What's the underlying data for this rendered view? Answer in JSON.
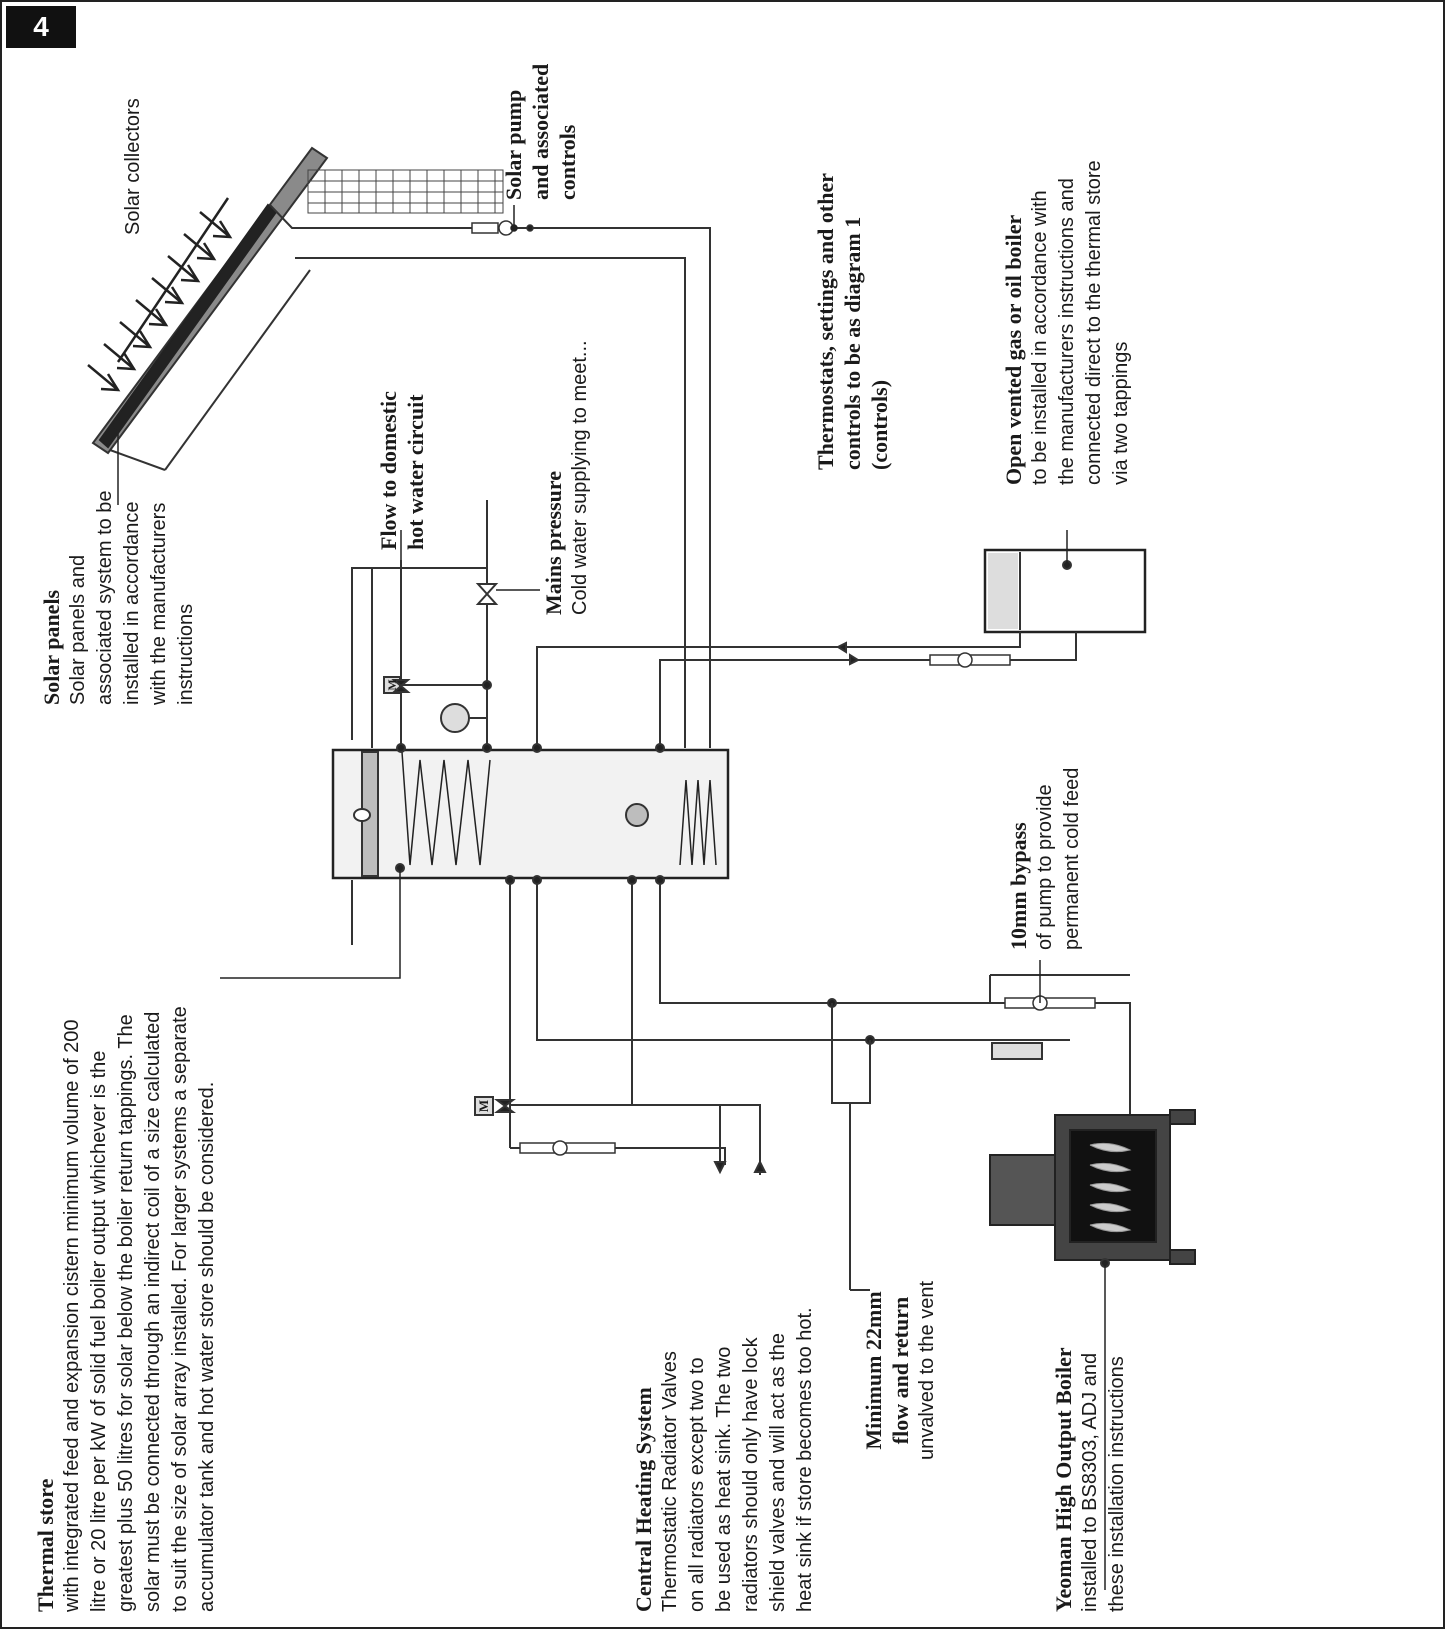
{
  "figure_number": "4",
  "labels": {
    "solar_collectors": "Solar collectors",
    "solar_pump": {
      "title": "Solar pump",
      "lines": [
        "and associated",
        "controls"
      ]
    },
    "thermostats": {
      "lines": [
        "Thermostats, settings and other",
        "controls to be as diagram 1",
        "(controls)"
      ]
    },
    "open_vented": {
      "title": "Open vented gas or oil boiler",
      "lines": [
        "to be installed in accordance with",
        "the manufacturers instructions and",
        "connected direct to the thermal store",
        "via two tappings"
      ]
    },
    "flow_domestic": {
      "title": "Flow to domestic",
      "lines": [
        "hot water circuit"
      ]
    },
    "mains_pressure": {
      "title": "Mains pressure",
      "lines": [
        "Cold water supplying to meet..."
      ]
    },
    "solar_panels": {
      "title": "Solar panels",
      "lines": [
        "Solar panels and",
        "associated system to be",
        "installed in accordance",
        "with the manufacturers",
        "instructions"
      ]
    },
    "bypass": {
      "title": "10mm bypass",
      "lines": [
        "of pump to provide",
        "permanent cold feed"
      ]
    },
    "thermal_store": {
      "title": "Thermal store",
      "lines": [
        "with integrated feed and expansion cistern minimum volume of 200",
        "litre or 20 litre per kW of solid fuel boiler output whichever is the",
        "greatest plus 50 litres for solar below the boiler return tappings. The",
        "solar must be connected through an indirect coil of a size calculated",
        "to suit the size of solar array installed. For larger systems a separate",
        "accumulator tank and hot water store should be considered."
      ]
    },
    "central_heating": {
      "title": "Central Heating System",
      "lines": [
        "Thermostatic Radiator Valves",
        "on all radiators except two to",
        "be used as heat sink. The two",
        "radiators should only have lock",
        "shield valves and will act as the",
        "heat sink if store becomes too hot."
      ]
    },
    "min_22mm": {
      "title": "Minimum 22mm",
      "lines": [
        "flow and return",
        "unvalved to the vent"
      ]
    },
    "yeoman": {
      "title": "Yeoman High Output Boiler",
      "lines": [
        "installed to BS8303, ADJ and",
        "these installation instructions"
      ]
    },
    "motor_valve": "M"
  }
}
